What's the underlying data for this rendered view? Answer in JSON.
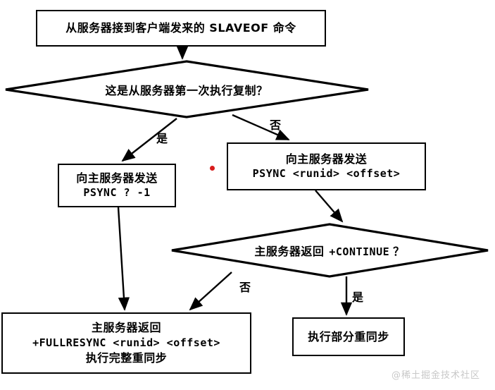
{
  "diagram": {
    "title_alt": "Redis SLAVEOF replication flowchart",
    "colors": {
      "stroke": "#000000",
      "background": "#ffffff",
      "artifact_red": "#d81c1c",
      "watermark": "#c8c8c8"
    },
    "nodes": {
      "start_command": {
        "line1": "从服务器接到客户端发来的  SLAVEOF  命令"
      },
      "decision_first_replication": {
        "text_cn": "这是从服务器第一次执行复制",
        "text_mark": "？"
      },
      "send_psync_full": {
        "line1": "向主服务器发送",
        "line2": "PSYNC ? -1"
      },
      "send_psync_partial": {
        "line1": "向主服务器发送",
        "line2": "PSYNC <runid> <offset>"
      },
      "decision_continue": {
        "text_cn": "主服务器返回",
        "text_code": "+CONTINUE",
        "text_mark": "？"
      },
      "full_resync": {
        "line1": "主服务器返回",
        "line2": "+FULLRESYNC <runid> <offset>",
        "line3": "执行完整重同步"
      },
      "partial_resync": {
        "line1": "执行部分重同步"
      }
    },
    "edge_labels": {
      "first_yes": "是",
      "first_no": "否",
      "continue_no": "否",
      "continue_yes": "是"
    },
    "watermark": "@稀土掘金技术社区"
  }
}
